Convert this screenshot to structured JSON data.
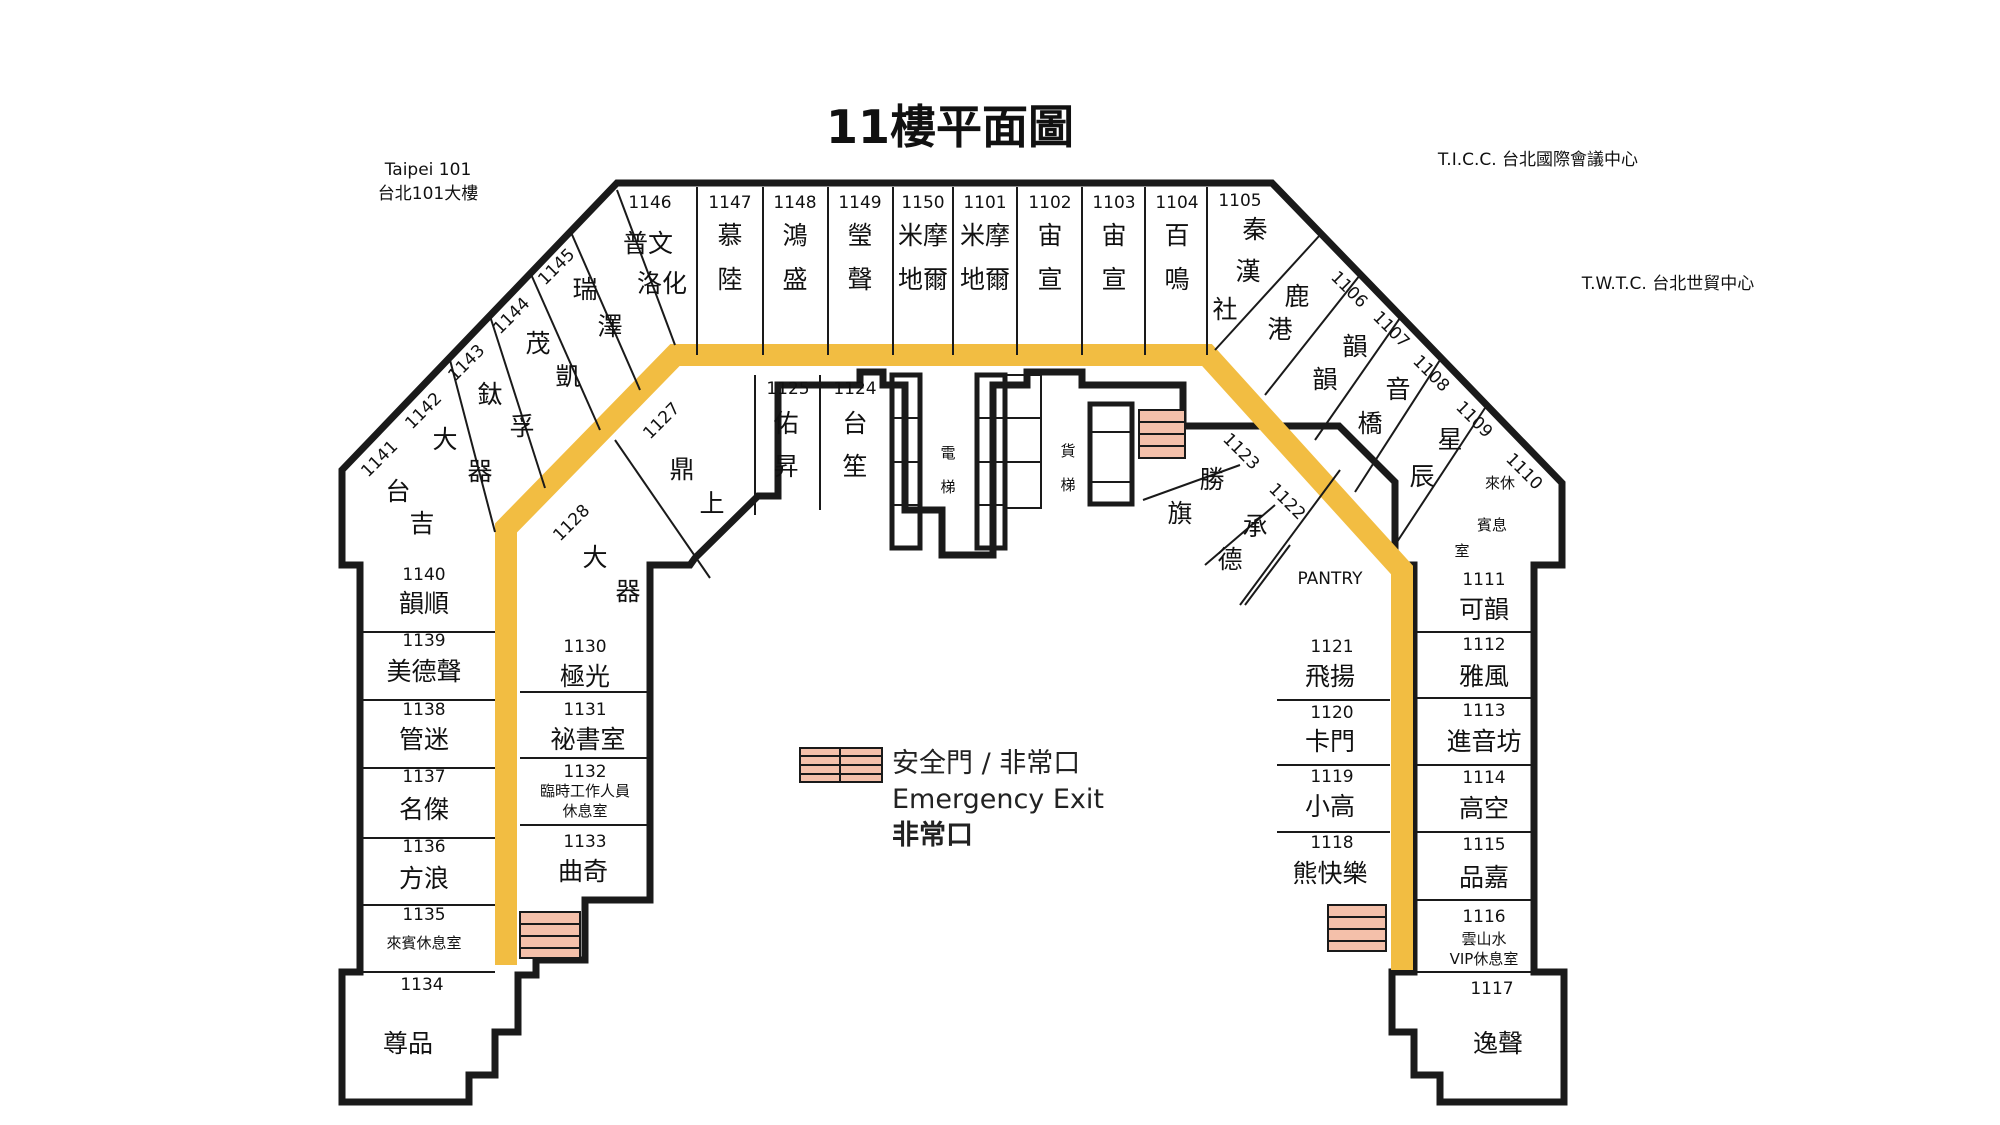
{
  "title": "11樓平面圖",
  "landmarks": {
    "taipei101_en": "Taipei  101",
    "taipei101_zh": "台北101大樓",
    "ticc": "T.I.C.C. 台北國際會議中心",
    "twtc": "T.W.T.C. 台北世貿中心"
  },
  "legend": {
    "line1": "安全門 / 非常口",
    "line2": "Emergency Exit",
    "line3": "非常口"
  },
  "elevator": [
    "電",
    "梯"
  ],
  "freight": [
    "貨",
    "梯"
  ],
  "pantry": "PANTRY",
  "rooms": [
    {
      "id": "1146",
      "name": [
        "普文",
        "洛化"
      ]
    },
    {
      "id": "1147",
      "name": [
        "慕",
        "陸"
      ]
    },
    {
      "id": "1148",
      "name": [
        "鴻",
        "盛"
      ]
    },
    {
      "id": "1149",
      "name": [
        "瑩",
        "聲"
      ]
    },
    {
      "id": "1150",
      "name": [
        "米摩",
        "地爾"
      ]
    },
    {
      "id": "1101",
      "name": [
        "米摩",
        "地爾"
      ]
    },
    {
      "id": "1102",
      "name": [
        "宙",
        "宣"
      ]
    },
    {
      "id": "1103",
      "name": [
        "宙",
        "宣"
      ]
    },
    {
      "id": "1104",
      "name": [
        "百",
        "鳴"
      ]
    },
    {
      "id": "1105",
      "name": [
        "秦",
        "漢",
        "社"
      ]
    },
    {
      "id": "1106",
      "name": [
        "鹿",
        "港"
      ]
    },
    {
      "id": "1107",
      "name": [
        "韻",
        "韻"
      ]
    },
    {
      "id": "1108",
      "name": [
        "音",
        "橋"
      ]
    },
    {
      "id": "1109",
      "name": [
        "星",
        "辰"
      ]
    },
    {
      "id": "1110",
      "name": [
        "來休",
        "賓息",
        "室"
      ]
    },
    {
      "id": "1111",
      "name": [
        "可韻"
      ]
    },
    {
      "id": "1112",
      "name": [
        "雅風"
      ]
    },
    {
      "id": "1113",
      "name": [
        "進音坊"
      ]
    },
    {
      "id": "1114",
      "name": [
        "高空"
      ]
    },
    {
      "id": "1115",
      "name": [
        "品嘉"
      ]
    },
    {
      "id": "1116",
      "name": [
        "雲山水",
        "VIP休息室"
      ]
    },
    {
      "id": "1117",
      "name": [
        "逸聲"
      ]
    },
    {
      "id": "1118",
      "name": [
        "熊快樂"
      ]
    },
    {
      "id": "1119",
      "name": [
        "小高"
      ]
    },
    {
      "id": "1120",
      "name": [
        "卡門"
      ]
    },
    {
      "id": "1121",
      "name": [
        "飛揚"
      ]
    },
    {
      "id": "1122",
      "name": [
        "承",
        "德"
      ]
    },
    {
      "id": "1123",
      "name": [
        "勝",
        "旗"
      ]
    },
    {
      "id": "1124",
      "name": [
        "台",
        "笙"
      ]
    },
    {
      "id": "1125",
      "name": [
        "佑",
        "昇"
      ]
    },
    {
      "id": "1127",
      "name": [
        "鼎",
        "上"
      ]
    },
    {
      "id": "1128",
      "name": [
        "大",
        "器"
      ]
    },
    {
      "id": "1130",
      "name": [
        "極光"
      ]
    },
    {
      "id": "1131",
      "name": [
        "祕書室"
      ]
    },
    {
      "id": "1132",
      "name": [
        "臨時工作人員",
        "休息室"
      ]
    },
    {
      "id": "1133",
      "name": [
        "曲奇"
      ]
    },
    {
      "id": "1134",
      "name": [
        "尊品"
      ]
    },
    {
      "id": "1135",
      "name": [
        "來賓休息室"
      ]
    },
    {
      "id": "1136",
      "name": [
        "方浪"
      ]
    },
    {
      "id": "1137",
      "name": [
        "名傑"
      ]
    },
    {
      "id": "1138",
      "name": [
        "管迷"
      ]
    },
    {
      "id": "1139",
      "name": [
        "美德聲"
      ]
    },
    {
      "id": "1140",
      "name": [
        "韻順"
      ]
    },
    {
      "id": "1141",
      "name": [
        "台",
        "吉"
      ]
    },
    {
      "id": "1142",
      "name": [
        "大",
        "器"
      ]
    },
    {
      "id": "1143",
      "name": [
        "鈦",
        "孚"
      ]
    },
    {
      "id": "1144",
      "name": [
        "茂",
        "凱"
      ]
    },
    {
      "id": "1145",
      "name": [
        "瑞",
        "澤"
      ]
    }
  ]
}
